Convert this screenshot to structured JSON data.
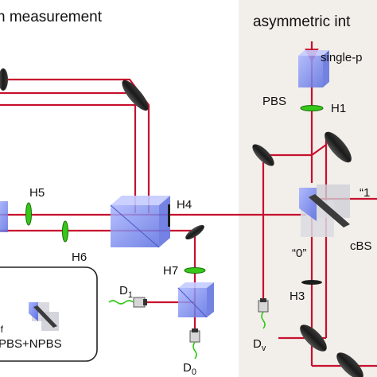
{
  "panels": {
    "left_title": "n measurement",
    "right_title": "asymmetric int"
  },
  "labels": {
    "h1": "H1",
    "h3": "H3",
    "h4": "H4",
    "h5": "H5",
    "h6": "H6",
    "h7": "H7",
    "pbs": "PBS",
    "cbs": "cBS",
    "single_photon": "single-p",
    "path_one": "“1",
    "path_zero": "“0”",
    "d1": "D",
    "d1_sub": "1",
    "d0": "D",
    "d0_sub": "0",
    "dv": "D",
    "dv_sub": "v"
  },
  "inset": {
    "line1": "lf",
    "line2": "PBS+NPBS"
  },
  "colors": {
    "beam": "#c8102e",
    "optic_glass": "#7f8ff0",
    "waveplate": "#35c819",
    "mirror": "#2b2b2b",
    "right_panel_bg": "#f2efea"
  }
}
